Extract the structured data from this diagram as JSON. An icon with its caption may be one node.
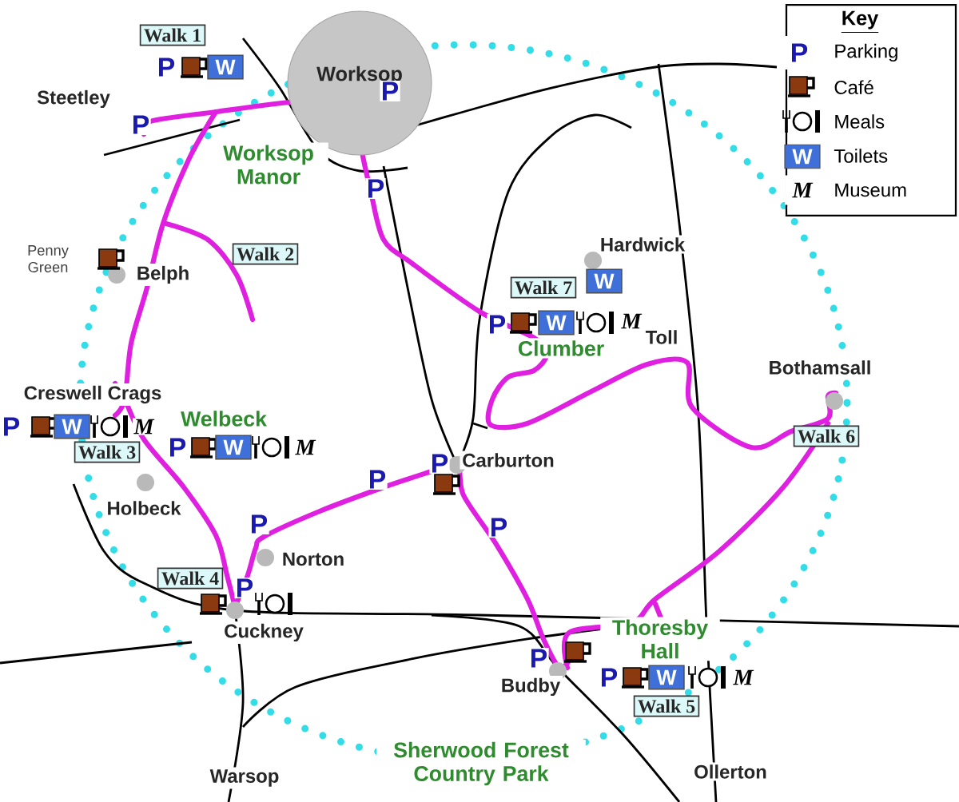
{
  "diagram": {
    "nodes": [
      {
        "text": [
          "Walk 1"
        ]
      },
      {
        "text": [
          "W"
        ]
      },
      {
        "text": [
          "Worksop"
        ]
      },
      {
        "text": [
          "Walk 2"
        ]
      },
      {
        "text": [
          "W"
        ]
      },
      {
        "text": [
          "Walk 7"
        ]
      },
      {
        "text": [
          "W"
        ]
      },
      {
        "text": [
          "W"
        ]
      },
      {
        "text": [
          "Walk 6"
        ]
      },
      {
        "text": [
          "W"
        ]
      },
      {
        "text": [
          "Walk 3"
        ]
      },
      {
        "text": [
          "Walk 4"
        ]
      },
      {
        "text": [
          "W"
        ]
      },
      {
        "text": [
          "Walk 5"
        ]
      }
    ],
    "labels": [
      "Key",
      "P",
      "W",
      "M",
      "P",
      "Worksop Manor",
      "Steetley",
      "P",
      "P",
      "P",
      "Penny Green",
      "Belph",
      "Hardwick",
      "P",
      "M",
      "Clumber",
      "Toll",
      "Bothamsall",
      "Creswell Crags",
      "P",
      "M",
      "Welbeck",
      "P",
      "M",
      "Carburton",
      "P",
      "P",
      "P",
      "Holbeck",
      "P",
      "Norton",
      "P",
      "Cuckney",
      "Thoresby Hall",
      "P",
      "P",
      "M",
      "Budby",
      "Sherwood Forest Country Park",
      "Warsop",
      "Ollerton"
    ],
    "legend": [
      {
        "text": "Parking"
      },
      {
        "text": "Café"
      },
      {
        "text": "Meals"
      },
      {
        "text": "Toilets"
      },
      {
        "text": "Museum"
      }
    ]
  }
}
